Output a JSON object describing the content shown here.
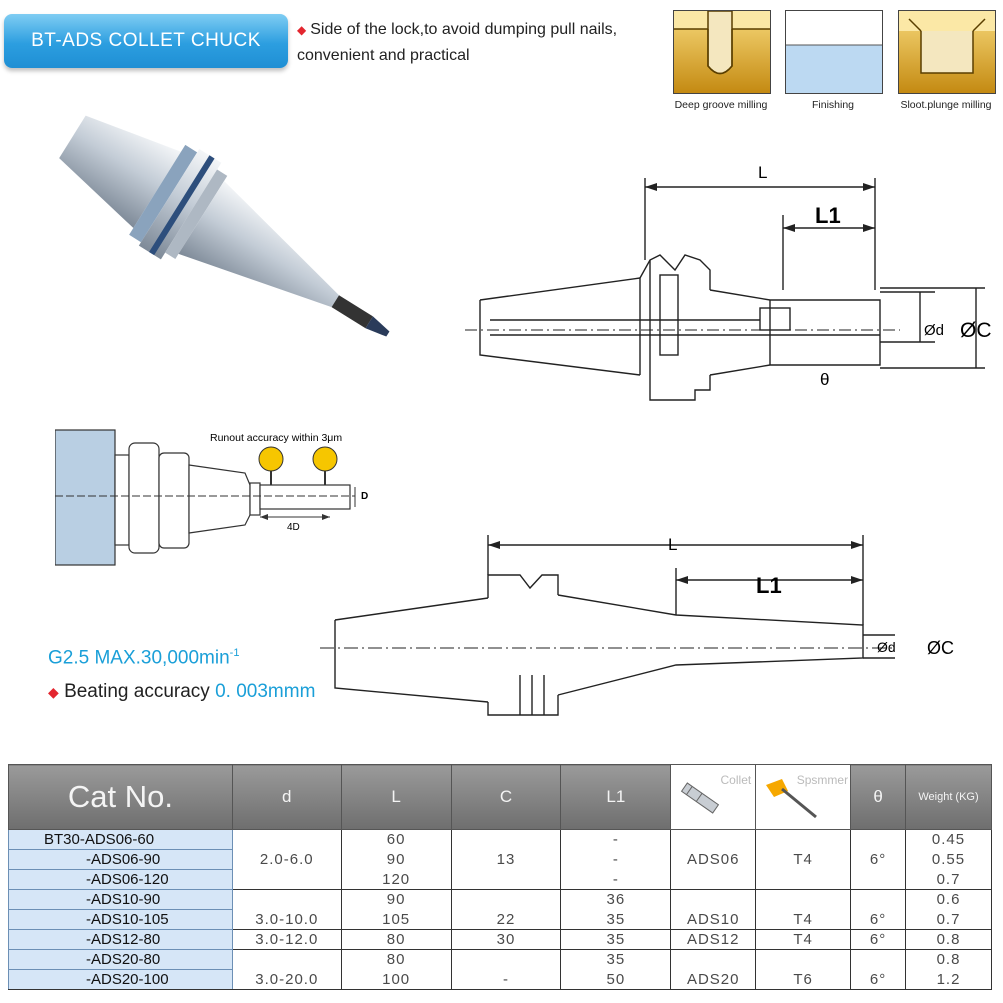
{
  "header": {
    "title": "BT-ADS COLLET CHUCK",
    "feature_line1": "Side of the lock,to avoid dumping pull nails,",
    "feature_line2": "convenient and practical"
  },
  "milling_tiles": [
    {
      "caption": "Deep groove milling"
    },
    {
      "caption": "Finishing"
    },
    {
      "caption": "Sloot.plunge milling"
    }
  ],
  "drawing_top": {
    "L": "L",
    "L1": "L1",
    "d": "Ød",
    "C": "ØC",
    "theta": "θ"
  },
  "runout": {
    "caption": "Runout accuracy within 3μm",
    "length": "4D",
    "diameter": "D"
  },
  "drawing_bottom": {
    "L": "L",
    "L1": "L1",
    "d": "Ød",
    "C": "ØC"
  },
  "specs": {
    "balance_prefix": "G2.5 MAX.30,000min",
    "balance_sup": "-1",
    "accuracy_label": "Beating accuracy",
    "accuracy_value": "0. 003mmm"
  },
  "table": {
    "headers": {
      "cat": "Cat No.",
      "d": "d",
      "L": "L",
      "C": "C",
      "L1": "L1",
      "collet": "Collet",
      "spanner": "Spsmmer",
      "theta": "θ",
      "weight": "Weight (KG)"
    },
    "rows": [
      {
        "cat": "BT30-ADS06-60",
        "d": "",
        "L": "60",
        "C": "",
        "L1": "-",
        "collet": "",
        "spanner": "",
        "theta": "",
        "weight": "0.45"
      },
      {
        "cat": "-ADS06-90",
        "d": "2.0-6.0",
        "L": "90",
        "C": "13",
        "L1": "-",
        "collet": "ADS06",
        "spanner": "T4",
        "theta": "6°",
        "weight": "0.55"
      },
      {
        "cat": "-ADS06-120",
        "d": "",
        "L": "120",
        "C": "",
        "L1": "-",
        "collet": "",
        "spanner": "",
        "theta": "",
        "weight": "0.7"
      },
      {
        "cat": "-ADS10-90",
        "d": "",
        "L": "90",
        "C": "",
        "L1": "36",
        "collet": "",
        "spanner": "",
        "theta": "",
        "weight": "0.6"
      },
      {
        "cat": "-ADS10-105",
        "d": "3.0-10.0",
        "L": "105",
        "C": "22",
        "L1": "35",
        "collet": "ADS10",
        "spanner": "T4",
        "theta": "6°",
        "weight": "0.7"
      },
      {
        "cat": "-ADS12-80",
        "d": "3.0-12.0",
        "L": "80",
        "C": "30",
        "L1": "35",
        "collet": "ADS12",
        "spanner": "T4",
        "theta": "6°",
        "weight": "0.8"
      },
      {
        "cat": "-ADS20-80",
        "d": "",
        "L": "80",
        "C": "",
        "L1": "35",
        "collet": "",
        "spanner": "",
        "theta": "",
        "weight": "0.8"
      },
      {
        "cat": "-ADS20-100",
        "d": "3.0-20.0",
        "L": "100",
        "C": "-",
        "L1": "50",
        "collet": "ADS20",
        "spanner": "T6",
        "theta": "6°",
        "weight": "1.2"
      }
    ]
  },
  "colors": {
    "brand_blue": "#1a9fd8",
    "accent_red": "#e3262f",
    "gold": "#d9a623",
    "header_gray": "#7a7a7a",
    "row_blue": "#d6e6f7"
  }
}
